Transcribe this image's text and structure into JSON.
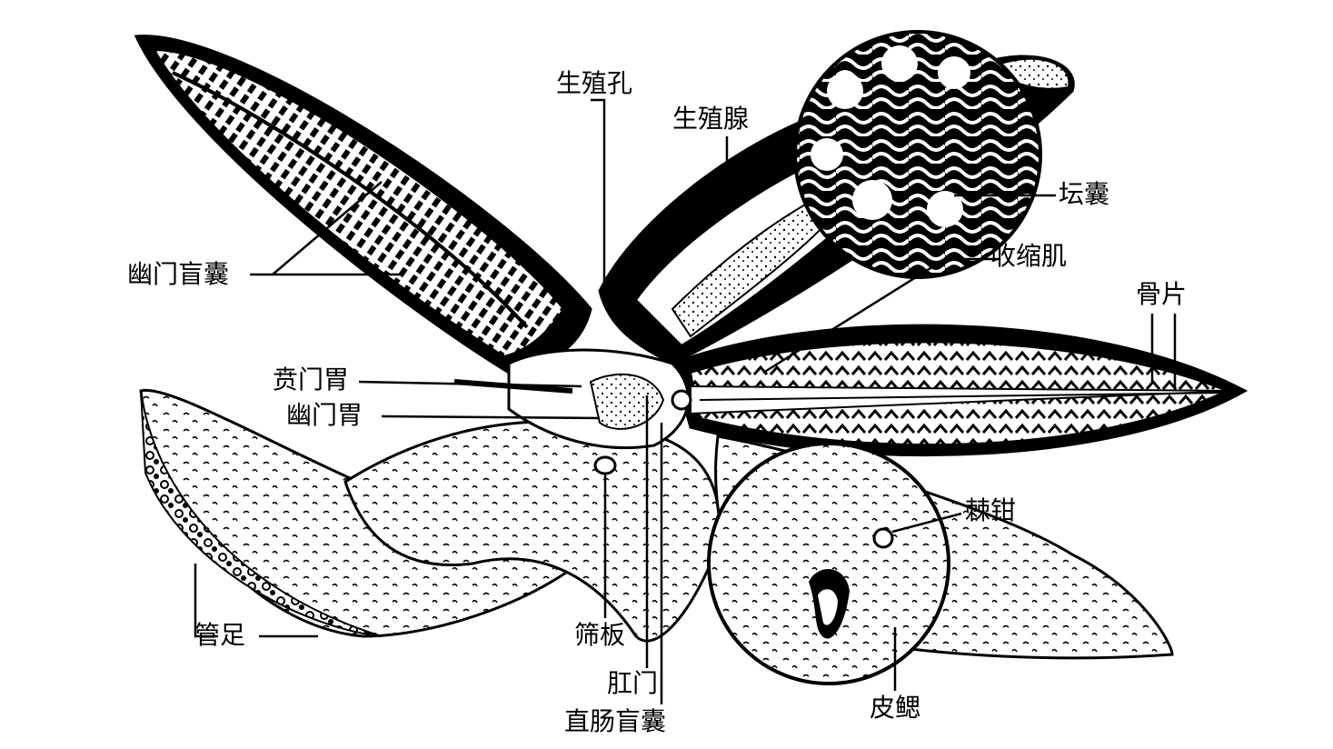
{
  "labels": {
    "gonopore": "生殖孔",
    "gonad": "生殖腺",
    "ampulla": "坛囊",
    "retractor": "收缩肌",
    "ossicle": "骨片",
    "pyloric_caeca": "幽门盲囊",
    "cardiac_stomach": "贲门胃",
    "pyloric_stomach": "幽门胃",
    "tube_feet": "管足",
    "madreporite": "筛板",
    "anus": "肛门",
    "rectal_caeca": "直肠盲囊",
    "pedicellaria": "棘钳",
    "papula": "皮鳃"
  },
  "colors": {
    "ink": "#000000",
    "paper": "#ffffff"
  }
}
